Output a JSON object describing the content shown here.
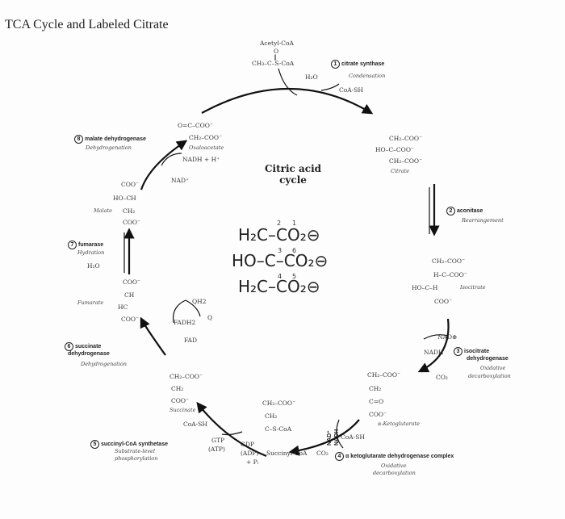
{
  "title": "TCA Cycle and Labeled Citrate",
  "center_label": {
    "line1": "Citric acid",
    "line2": "cycle"
  },
  "citrate_structure": {
    "row1": "H₂C–CO₂⊖",
    "row2": "HO–C–CO₂⊖",
    "row3": "H₂C–CO₂⊖",
    "n1": "2",
    "n2": "1",
    "n3": "3",
    "n4": "6",
    "n5": "4",
    "n6": "5"
  },
  "steps": [
    {
      "num": "1",
      "enzyme": "citrate synthase",
      "type": "Condensation"
    },
    {
      "num": "2",
      "enzyme": "aconitase",
      "type": "Rearrangement"
    },
    {
      "num": "3",
      "enzyme": "isocitrate",
      "enzyme2": "dehydrogenase",
      "type": "Oxidative",
      "type2": "decarboxylation"
    },
    {
      "num": "4",
      "enzyme": "α ketoglutarate dehydrogenase complex",
      "type": "Oxidative",
      "type2": "decarboxylation"
    },
    {
      "num": "5",
      "enzyme": "succinyl-CoA synthetase",
      "type": "Substrate-level",
      "type2": "phosphorylation"
    },
    {
      "num": "6",
      "enzyme": "succinate",
      "enzyme2": "dehydrogenase",
      "type": "Dehydrogenation"
    },
    {
      "num": "7",
      "enzyme": "fumarase",
      "type": "Hydration"
    },
    {
      "num": "8",
      "enzyme": "malate dehydrogenase",
      "type": "Dehydrogenation"
    }
  ],
  "metabolites": {
    "acetyl_coa": "Acetyl-CoA",
    "acetyl_o": "O",
    "acetyl_bond": "‖",
    "acetyl_formula": "CH₃–C–S-CoA",
    "citrate": {
      "l1": "CH₂–COO⁻",
      "l2": "HO–C–COO⁻",
      "l3": "CH₂–COO⁻",
      "name": "Citrate"
    },
    "isocitrate": {
      "l1": "CH₂–COO⁻",
      "l2": "H–C–COO⁻",
      "l3": "HO–C–H",
      "l4": "COO⁻",
      "name": "Isocitrate"
    },
    "akg": {
      "l1": "CH₂–COO⁻",
      "l2": "CH₂",
      "l3": "C=O",
      "l4": "COO⁻",
      "name": "α-Ketoglutarate"
    },
    "succinyl": {
      "l1": "CH₂–COO⁻",
      "l2": "CH₂",
      "l3": "C–S-CoA",
      "name": "Succinyl-CoA"
    },
    "succinate": {
      "l1": "CH₂–COO⁻",
      "l2": "CH₂",
      "l3": "COO⁻",
      "name": "Succinate"
    },
    "fumarate": {
      "l1": "COO⁻",
      "l2": "CH",
      "l3": "HC",
      "l4": "COO⁻",
      "name": "Fumarate"
    },
    "malate": {
      "l1": "COO⁻",
      "l2": "HO–CH",
      "l3": "CH₂",
      "l4": "COO⁻",
      "name": "Malate"
    },
    "oxaloacetate": {
      "l1": "O=C–COO⁻",
      "l2": "CH₂–COO⁻",
      "name": "Oxaloacetate"
    }
  },
  "cofactors": {
    "h2o_1": "H₂O",
    "coash_1": "CoA-SH",
    "nad_3": "NAD⊕",
    "nadh_3": "NADH",
    "co2_3": "CO₂",
    "nad_4": "NAD⁺",
    "coash_4": "CoA-SH",
    "co2_4": "CO₂",
    "nadh_4": "NADH",
    "gtp": "GTP",
    "atp": "(ATP)",
    "gdp": "GDP",
    "adp": "(ADP)",
    "pi": "+ Pᵢ",
    "succinyl_coa_label": "Succinyl-CoA",
    "coash_5": "CoA-SH",
    "q": "Q",
    "qh2": "QH2",
    "fadh2": "FADH2",
    "fad": "FAD",
    "h2o_7": "H₂O",
    "nadh_8": "NADH + H⁺",
    "nad_8": "NAD⁺"
  }
}
